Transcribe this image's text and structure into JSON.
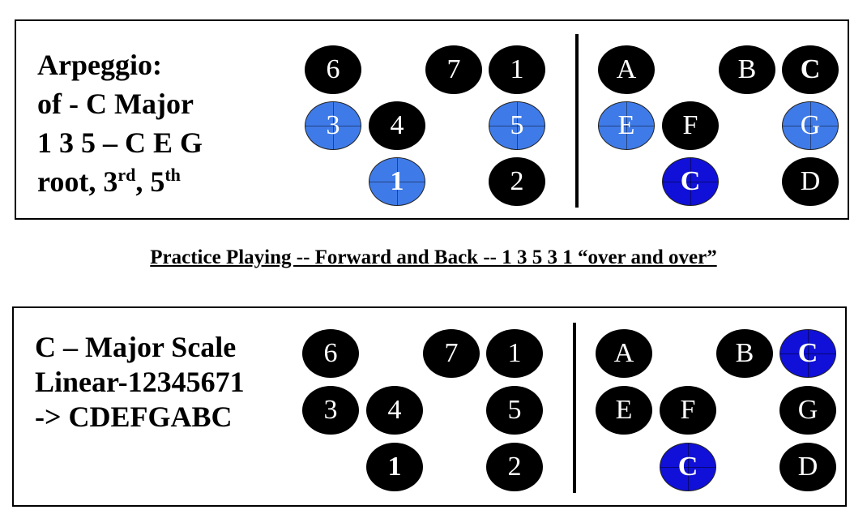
{
  "arpeggio_panel": {
    "title_lines": [
      "Arpeggio:",
      "of - C Major",
      "1 3 5 – C E G"
    ],
    "title_line4_prefix": "root, 3",
    "title_line4_sup1": "rd",
    "title_line4_mid": ", 5",
    "title_line4_sup2": "th",
    "number_keys": {
      "six": "6",
      "seven": "7",
      "one_top": "1",
      "three": "3",
      "four": "4",
      "five": "5",
      "one_bottom": "1",
      "two": "2"
    },
    "letter_keys": {
      "a": "A",
      "b": "B",
      "c_top": "C",
      "e": "E",
      "f": "F",
      "g": "G",
      "c_bottom": "C",
      "d": "D"
    },
    "highlighted": [
      "3",
      "5",
      "1",
      "E",
      "G",
      "C"
    ]
  },
  "practice_note": "Practice Playing -- Forward and Back -- 1 3 5 3 1   “over and over”",
  "scale_panel": {
    "title_lines": [
      "C – Major Scale",
      "Linear-12345671",
      "-> CDEFGABC"
    ],
    "number_keys": {
      "six": "6",
      "seven": "7",
      "one_top": "1",
      "three": "3",
      "four": "4",
      "five": "5",
      "one_bottom": "1",
      "two": "2"
    },
    "letter_keys": {
      "a": "A",
      "b": "B",
      "c_top": "C",
      "e": "E",
      "f": "F",
      "g": "G",
      "c_bottom": "C",
      "d": "D"
    },
    "highlighted": [
      "C",
      "C"
    ]
  },
  "colors": {
    "key_black": "#000000",
    "highlight_light_blue": "#3f7be8",
    "highlight_dark_blue": "#1010d8"
  }
}
